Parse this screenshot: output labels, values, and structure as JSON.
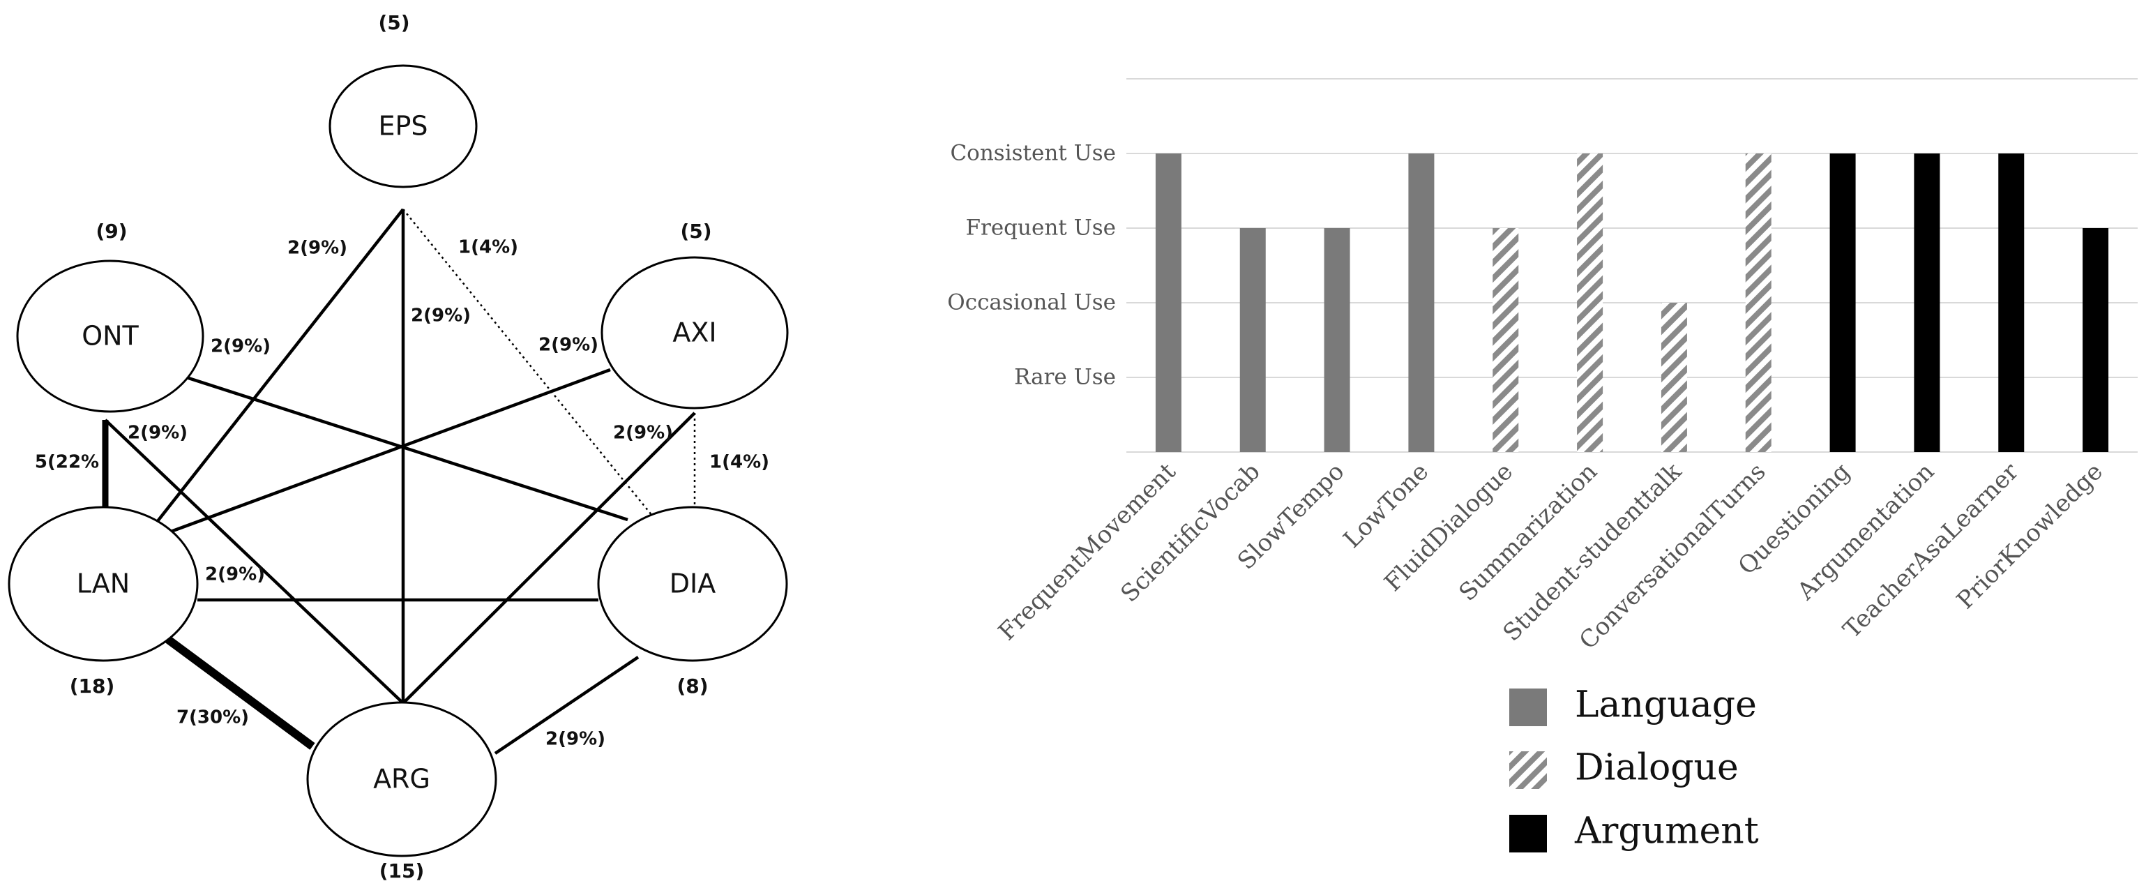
{
  "network": {
    "nodes": [
      {
        "id": "EPS",
        "label": "EPS",
        "count": "(5)"
      },
      {
        "id": "ONT",
        "label": "ONT",
        "count": "(9)"
      },
      {
        "id": "AXI",
        "label": "AXI",
        "count": "(5)"
      },
      {
        "id": "LAN",
        "label": "LAN",
        "count": "(18)"
      },
      {
        "id": "DIA",
        "label": "DIA",
        "count": "(8)"
      },
      {
        "id": "ARG",
        "label": "ARG",
        "count": "(15)"
      }
    ],
    "edges": [
      {
        "from": "EPS",
        "to": "LAN",
        "label": "2(9%)",
        "weight": 2,
        "dotted": false
      },
      {
        "from": "EPS",
        "to": "ARG",
        "label": "2(9%)",
        "weight": 2,
        "dotted": false
      },
      {
        "from": "EPS",
        "to": "DIA",
        "label": "1(4%)",
        "weight": 1,
        "dotted": true
      },
      {
        "from": "ONT",
        "to": "DIA",
        "label": "2(9%)",
        "weight": 2,
        "dotted": false
      },
      {
        "from": "ONT",
        "to": "LAN",
        "label": "5(22%",
        "weight": 5,
        "dotted": false
      },
      {
        "from": "ONT",
        "to": "ARG",
        "label": "2(9%)",
        "weight": 2,
        "dotted": false
      },
      {
        "from": "AXI",
        "to": "LAN",
        "label": "2(9%)",
        "weight": 2,
        "dotted": false
      },
      {
        "from": "AXI",
        "to": "ARG",
        "label": "2(9%)",
        "weight": 2,
        "dotted": false
      },
      {
        "from": "AXI",
        "to": "DIA",
        "label": "1(4%)",
        "weight": 1,
        "dotted": true
      },
      {
        "from": "LAN",
        "to": "DIA",
        "label": "2(9%)",
        "weight": 2,
        "dotted": false
      },
      {
        "from": "LAN",
        "to": "ARG",
        "label": "7(30%)",
        "weight": 7,
        "dotted": false
      },
      {
        "from": "DIA",
        "to": "ARG",
        "label": "2(9%)",
        "weight": 2,
        "dotted": false
      }
    ]
  },
  "chart_data": {
    "type": "bar",
    "y_levels": [
      "Rare Use",
      "Occasional Use",
      "Frequent Use",
      "Consistent Use"
    ],
    "ylim": [
      0,
      5
    ],
    "categories": [
      "FrequentMovement",
      "ScientificVocab",
      "SlowTempo",
      "LowTone",
      "FluidDialogue",
      "Summarization",
      "Student-studenttalk",
      "ConversationalTurns",
      "Questioning",
      "Argumentation",
      "TeacherAsaLearner",
      "PriorKnowledge"
    ],
    "values": [
      4,
      3,
      3,
      4,
      3,
      4,
      2,
      4,
      4,
      4,
      4,
      3
    ],
    "groups": [
      "Language",
      "Language",
      "Language",
      "Language",
      "Dialogue",
      "Dialogue",
      "Dialogue",
      "Dialogue",
      "Argument",
      "Argument",
      "Argument",
      "Argument"
    ],
    "legend": [
      {
        "name": "Language",
        "color": "#7a7a7a",
        "pattern": "solid"
      },
      {
        "name": "Dialogue",
        "color": "#8a8a8a",
        "pattern": "hatch"
      },
      {
        "name": "Argument",
        "color": "#000000",
        "pattern": "solid"
      }
    ],
    "grid": true,
    "legend_position": "bottom-center"
  }
}
